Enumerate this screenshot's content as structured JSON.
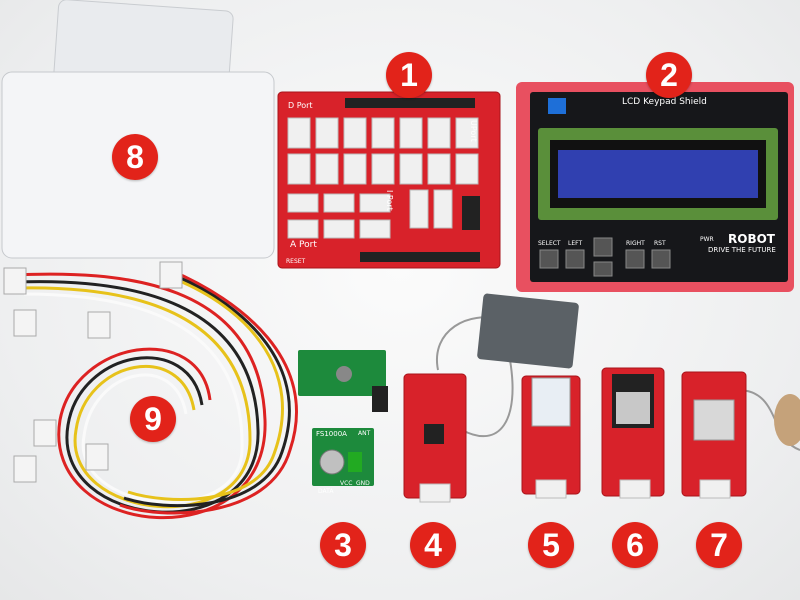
{
  "badges": [
    "1",
    "2",
    "3",
    "4",
    "5",
    "6",
    "7",
    "8",
    "9"
  ],
  "board1": {
    "labels": [
      "D Port",
      "UPort",
      "A Port",
      "I Port",
      "RESET"
    ]
  },
  "board2": {
    "labels": [
      "LCD Keypad Shield",
      "ROBOT",
      "DRIVE THE FUTURE",
      "SELECT",
      "LEFT",
      "RIGHT",
      "RST",
      "PWR"
    ]
  },
  "board3": {
    "labels": [
      "FS1000A",
      "DATA",
      "VCC",
      "GND",
      "ANT"
    ]
  },
  "colors": {
    "badge": "#e2231a",
    "pcb_red": "#d8222a",
    "lcd_blue": "#3040b0",
    "foam": "#e85060"
  }
}
